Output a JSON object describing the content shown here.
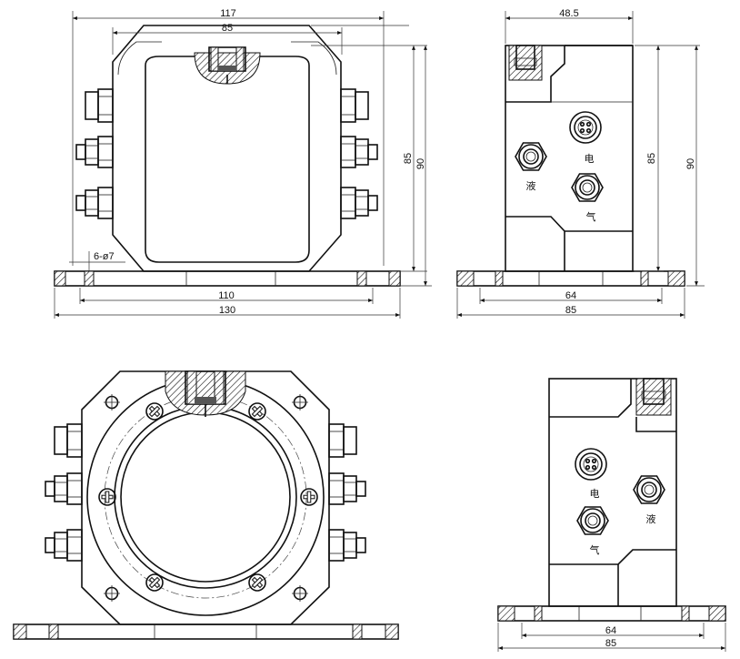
{
  "front_view": {
    "dim_overall_width": "117",
    "dim_inner_width": "85",
    "dim_height_85": "85",
    "dim_height_90": "90",
    "dim_holes": "6-ø7",
    "dim_hole_spacing": "110",
    "dim_base_length": "130"
  },
  "side_view": {
    "dim_width": "48.5",
    "dim_height_85": "85",
    "dim_height_90": "90",
    "dim_hole_spacing": "64",
    "dim_base_length": "85",
    "label_electric": "电",
    "label_liquid": "液",
    "label_gas": "气"
  },
  "side_view_2": {
    "dim_hole_spacing": "64",
    "dim_base_length": "85",
    "label_electric": "电",
    "label_liquid": "液",
    "label_gas": "气"
  },
  "colors": {
    "line": "#111111",
    "background": "#ffffff"
  }
}
